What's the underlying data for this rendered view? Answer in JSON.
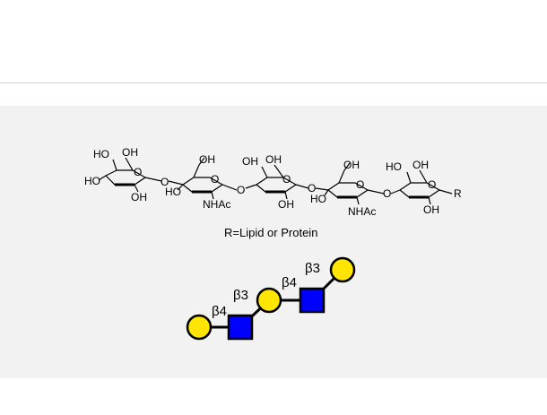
{
  "structure": {
    "caption": "R=Lipid or Protein",
    "labels": {
      "ho_a": "HO",
      "oh_a": "OH",
      "ho_b": "HO",
      "oh_b": "OH",
      "o_link": "O",
      "ring_o": "O",
      "nhac": "NHAc",
      "r": "R"
    }
  },
  "glycan": {
    "linkages": [
      "β4",
      "β3",
      "β4",
      "β3"
    ],
    "residues": [
      {
        "type": "galactose",
        "shape": "circle",
        "color": "#FFE600"
      },
      {
        "type": "GlcNAc",
        "shape": "square",
        "color": "#0000FF"
      },
      {
        "type": "galactose",
        "shape": "circle",
        "color": "#FFE600"
      },
      {
        "type": "GlcNAc",
        "shape": "square",
        "color": "#0000FF"
      },
      {
        "type": "galactose",
        "shape": "circle",
        "color": "#FFE600"
      }
    ]
  }
}
